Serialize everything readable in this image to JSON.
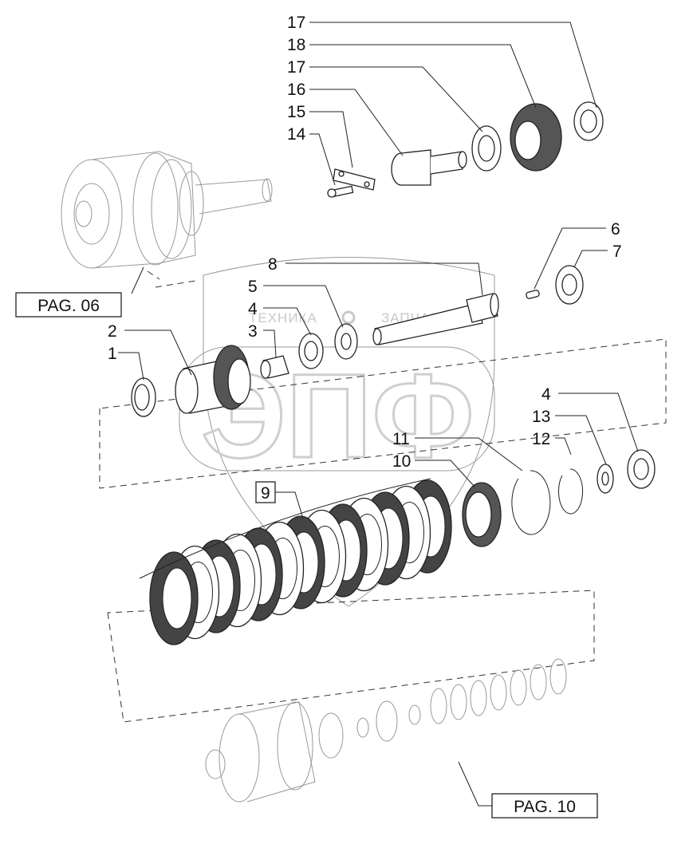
{
  "diagram": {
    "callouts": [
      {
        "id": "c17a",
        "label": "17"
      },
      {
        "id": "c18",
        "label": "18"
      },
      {
        "id": "c17b",
        "label": "17"
      },
      {
        "id": "c16",
        "label": "16"
      },
      {
        "id": "c15",
        "label": "15"
      },
      {
        "id": "c14",
        "label": "14"
      },
      {
        "id": "c6",
        "label": "6"
      },
      {
        "id": "c7",
        "label": "7"
      },
      {
        "id": "c8",
        "label": "8"
      },
      {
        "id": "c5",
        "label": "5"
      },
      {
        "id": "c4a",
        "label": "4"
      },
      {
        "id": "c3",
        "label": "3"
      },
      {
        "id": "c2",
        "label": "2"
      },
      {
        "id": "c1",
        "label": "1"
      },
      {
        "id": "c4b",
        "label": "4"
      },
      {
        "id": "c13",
        "label": "13"
      },
      {
        "id": "c12",
        "label": "12"
      },
      {
        "id": "c11",
        "label": "11"
      },
      {
        "id": "c10",
        "label": "10"
      },
      {
        "id": "c9",
        "label": "9"
      }
    ],
    "page_refs": [
      {
        "id": "ref06",
        "label": "PAG. 06"
      },
      {
        "id": "ref10",
        "label": "PAG. 10"
      }
    ],
    "watermark": {
      "line1_left": "ТЕХНИКА",
      "line1_right": "ЗАПЧАСТИ",
      "big": "ЭПФ"
    }
  }
}
